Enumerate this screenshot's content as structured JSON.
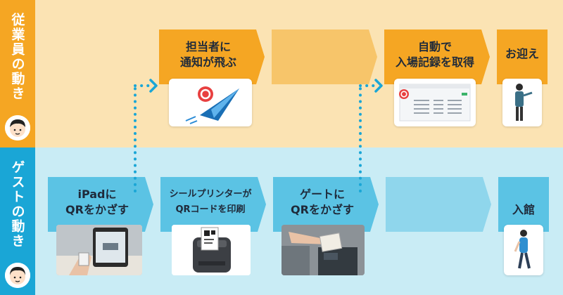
{
  "lanes": {
    "staff": {
      "label": "従業員の動き"
    },
    "guest": {
      "label": "ゲストの動き"
    }
  },
  "staff_steps": [
    {
      "line1": "担当者に",
      "line2": "通知が飛ぶ"
    },
    {
      "line1": "",
      "line2": ""
    },
    {
      "line1": "自動で",
      "line2": "入場記録を取得"
    },
    {
      "line1": "お迎え",
      "line2": ""
    }
  ],
  "guest_steps": [
    {
      "line1": "iPadに",
      "line2": "QRをかざす"
    },
    {
      "line1": "シールプリンターが",
      "line2": "QRコードを印刷"
    },
    {
      "line1": "ゲートに",
      "line2": "QRをかざす"
    },
    {
      "line1": "",
      "line2": ""
    },
    {
      "line1": "入館",
      "line2": ""
    }
  ],
  "colors": {
    "staff_band": "#fbe3b3",
    "staff_accent": "#f5a623",
    "guest_band": "#c9ecf5",
    "guest_accent": "#1aa6d6",
    "dot": "#1aa6d6"
  }
}
